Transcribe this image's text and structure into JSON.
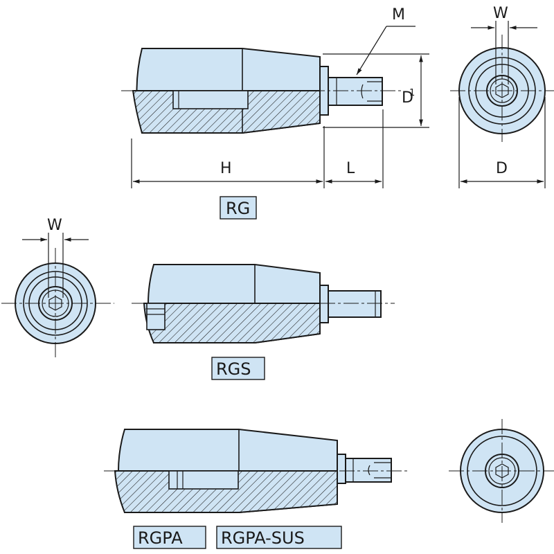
{
  "labels": {
    "rg": "RG",
    "rgs": "RGS",
    "rgpa": "RGPA",
    "rgpa_sus": "RGPA-SUS"
  },
  "dimensions": {
    "m": "M",
    "w_top": "W",
    "w_left": "W",
    "d1_main": "D",
    "d1_sub": "1",
    "h": "H",
    "l": "L",
    "d": "D"
  },
  "colors": {
    "body_fill": "#cfe4f4",
    "line": "#1a1a1a"
  }
}
